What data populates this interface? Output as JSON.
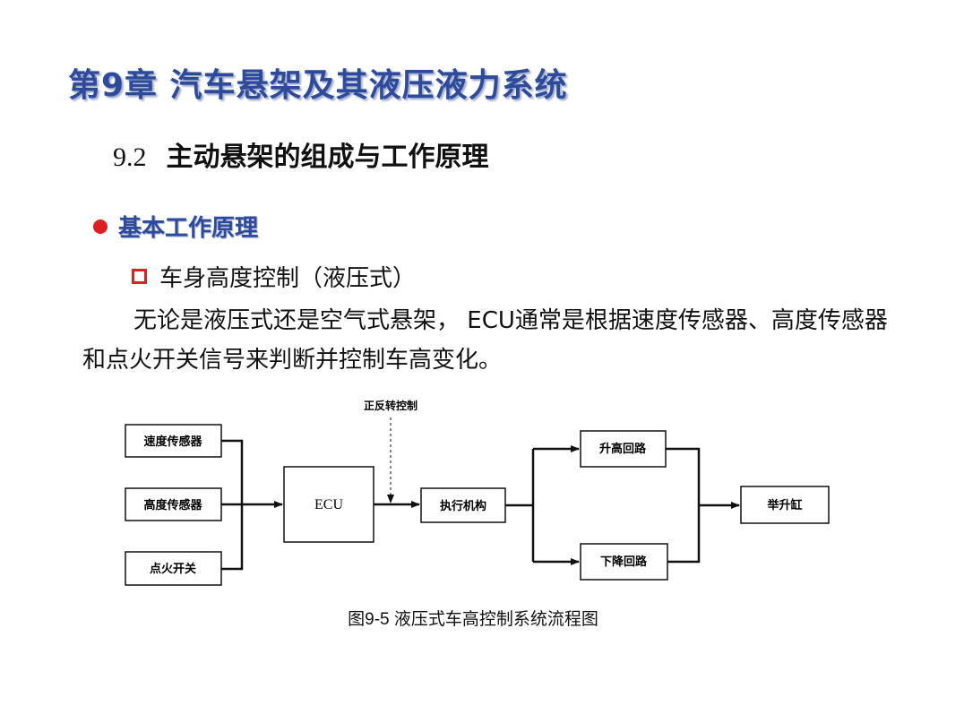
{
  "slide": {
    "title": "第9章 汽车悬架及其液压液力系统",
    "section_number": "9.2",
    "section_title": "主动悬架的组成与工作原理",
    "bullet": "基本工作原理",
    "sub_bullet": "车身高度控制（液压式）",
    "paragraph": "无论是液压式还是空气式悬架， ECU通常是根据速度传感器、高度传感器和点火开关信号来判断并控制车高变化。"
  },
  "diagram": {
    "nodes": {
      "speed_sensor": "速度传感器",
      "height_sensor": "高度传感器",
      "ignition_switch": "点火开关",
      "ecu": "ECU",
      "actuator": "执行机构",
      "raise_circuit": "升高回路",
      "lower_circuit": "下降回路",
      "lift_cylinder": "举升缸"
    },
    "control_label": "正反转控制",
    "caption": "图9-5 液压式车高控制系统流程图"
  },
  "colors": {
    "title": "#2e4a9b",
    "bullet": "#e02020",
    "line": "#111111"
  }
}
